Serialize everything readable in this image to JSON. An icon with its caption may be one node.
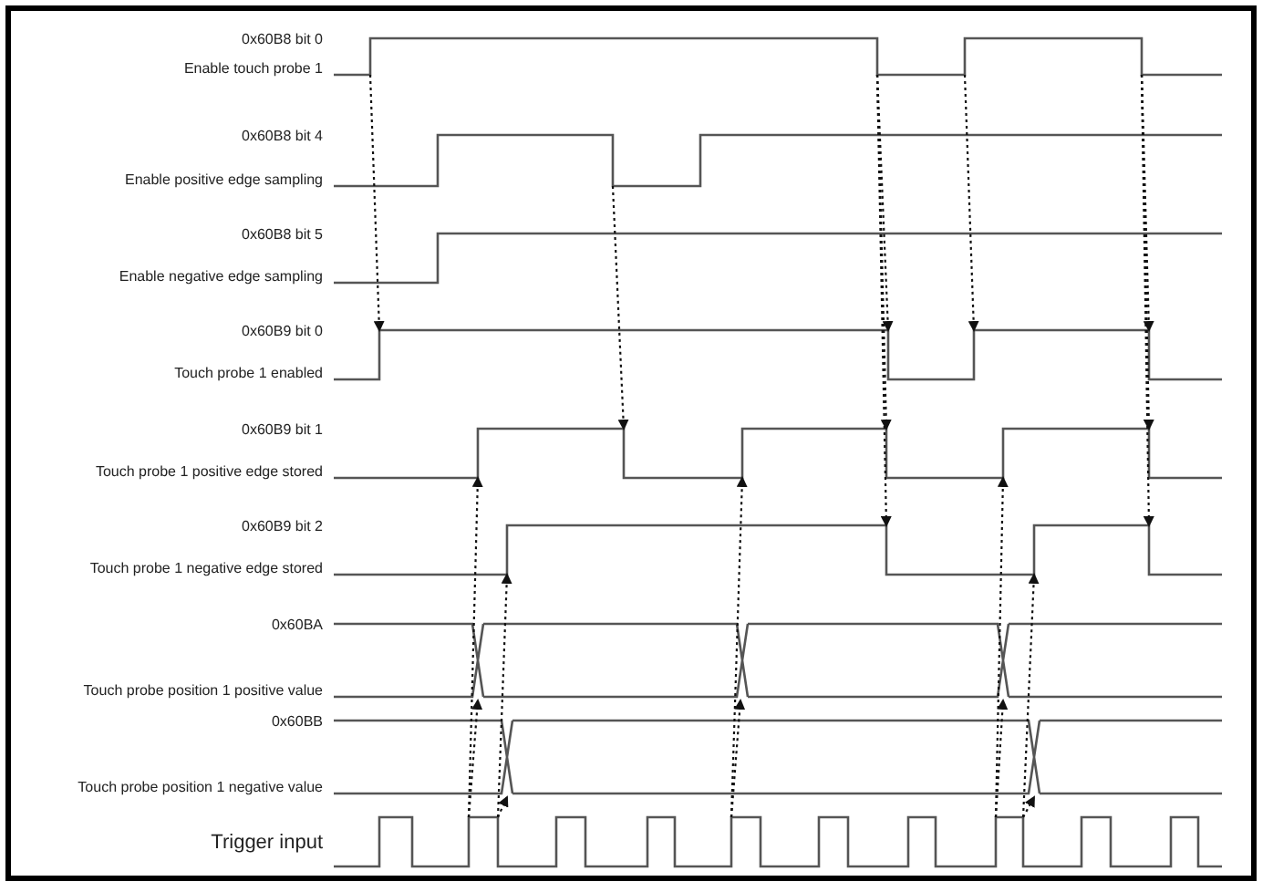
{
  "diagram": {
    "labels": [
      "0x60B8 bit 0",
      "Enable touch probe 1",
      "0x60B8 bit 4",
      "Enable positive edge sampling",
      "0x60B8 bit 5",
      "Enable negative edge sampling",
      "0x60B9 bit 0",
      "Touch probe 1 enabled",
      "0x60B9 bit 1",
      "Touch probe 1 positive edge stored",
      "0x60B9 bit 2",
      "Touch probe 1 negative edge stored",
      "0x60BA",
      "Touch probe position 1 positive value",
      "0x60BB",
      "Touch probe position 1 negative value",
      "Trigger input"
    ]
  }
}
